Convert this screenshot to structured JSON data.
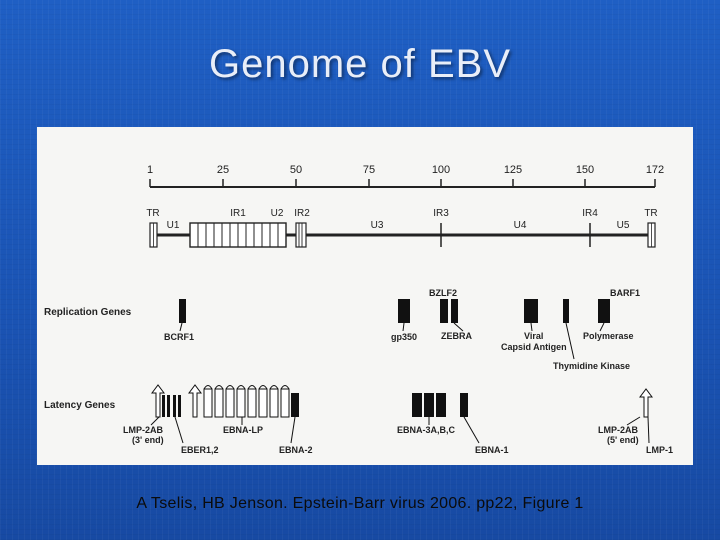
{
  "title": "Genome of EBV",
  "caption": "A Tselis, HB Jenson. Epstein-Barr virus 2006. pp22, Figure 1",
  "scale": {
    "ticks": [
      "1",
      "25",
      "50",
      "75",
      "100",
      "125",
      "150",
      "172"
    ]
  },
  "regions": {
    "TR_left": "TR",
    "U1": "U1",
    "IR1": "IR1",
    "U2": "U2",
    "IR2": "IR2",
    "U3": "U3",
    "IR3": "IR3",
    "U4": "U4",
    "IR4": "IR4",
    "U5": "U5",
    "TR_right": "TR"
  },
  "sections": {
    "replication": "Replication Genes",
    "latency": "Latency Genes"
  },
  "replication_genes": {
    "bcrf1": "BCRF1",
    "gp350": "gp350",
    "zebra": "ZEBRA",
    "bzlf2": "BZLF2",
    "viral": "Viral",
    "capsid": "Capsid Antigen",
    "polymerase": "Polymerase",
    "barf1": "BARF1",
    "tk": "Thymidine Kinase"
  },
  "latency_genes": {
    "lmp2ab_3_a": "LMP-2AB",
    "lmp2ab_3_b": "(3' end)",
    "eber": "EBER1,2",
    "ebnalp": "EBNA-LP",
    "ebna2": "EBNA-2",
    "ebna3": "EBNA-3A,B,C",
    "ebna1": "EBNA-1",
    "lmp2ab_5_a": "LMP-2AB",
    "lmp2ab_5_b": "(5' end)",
    "lmp1": "LMP-1"
  }
}
